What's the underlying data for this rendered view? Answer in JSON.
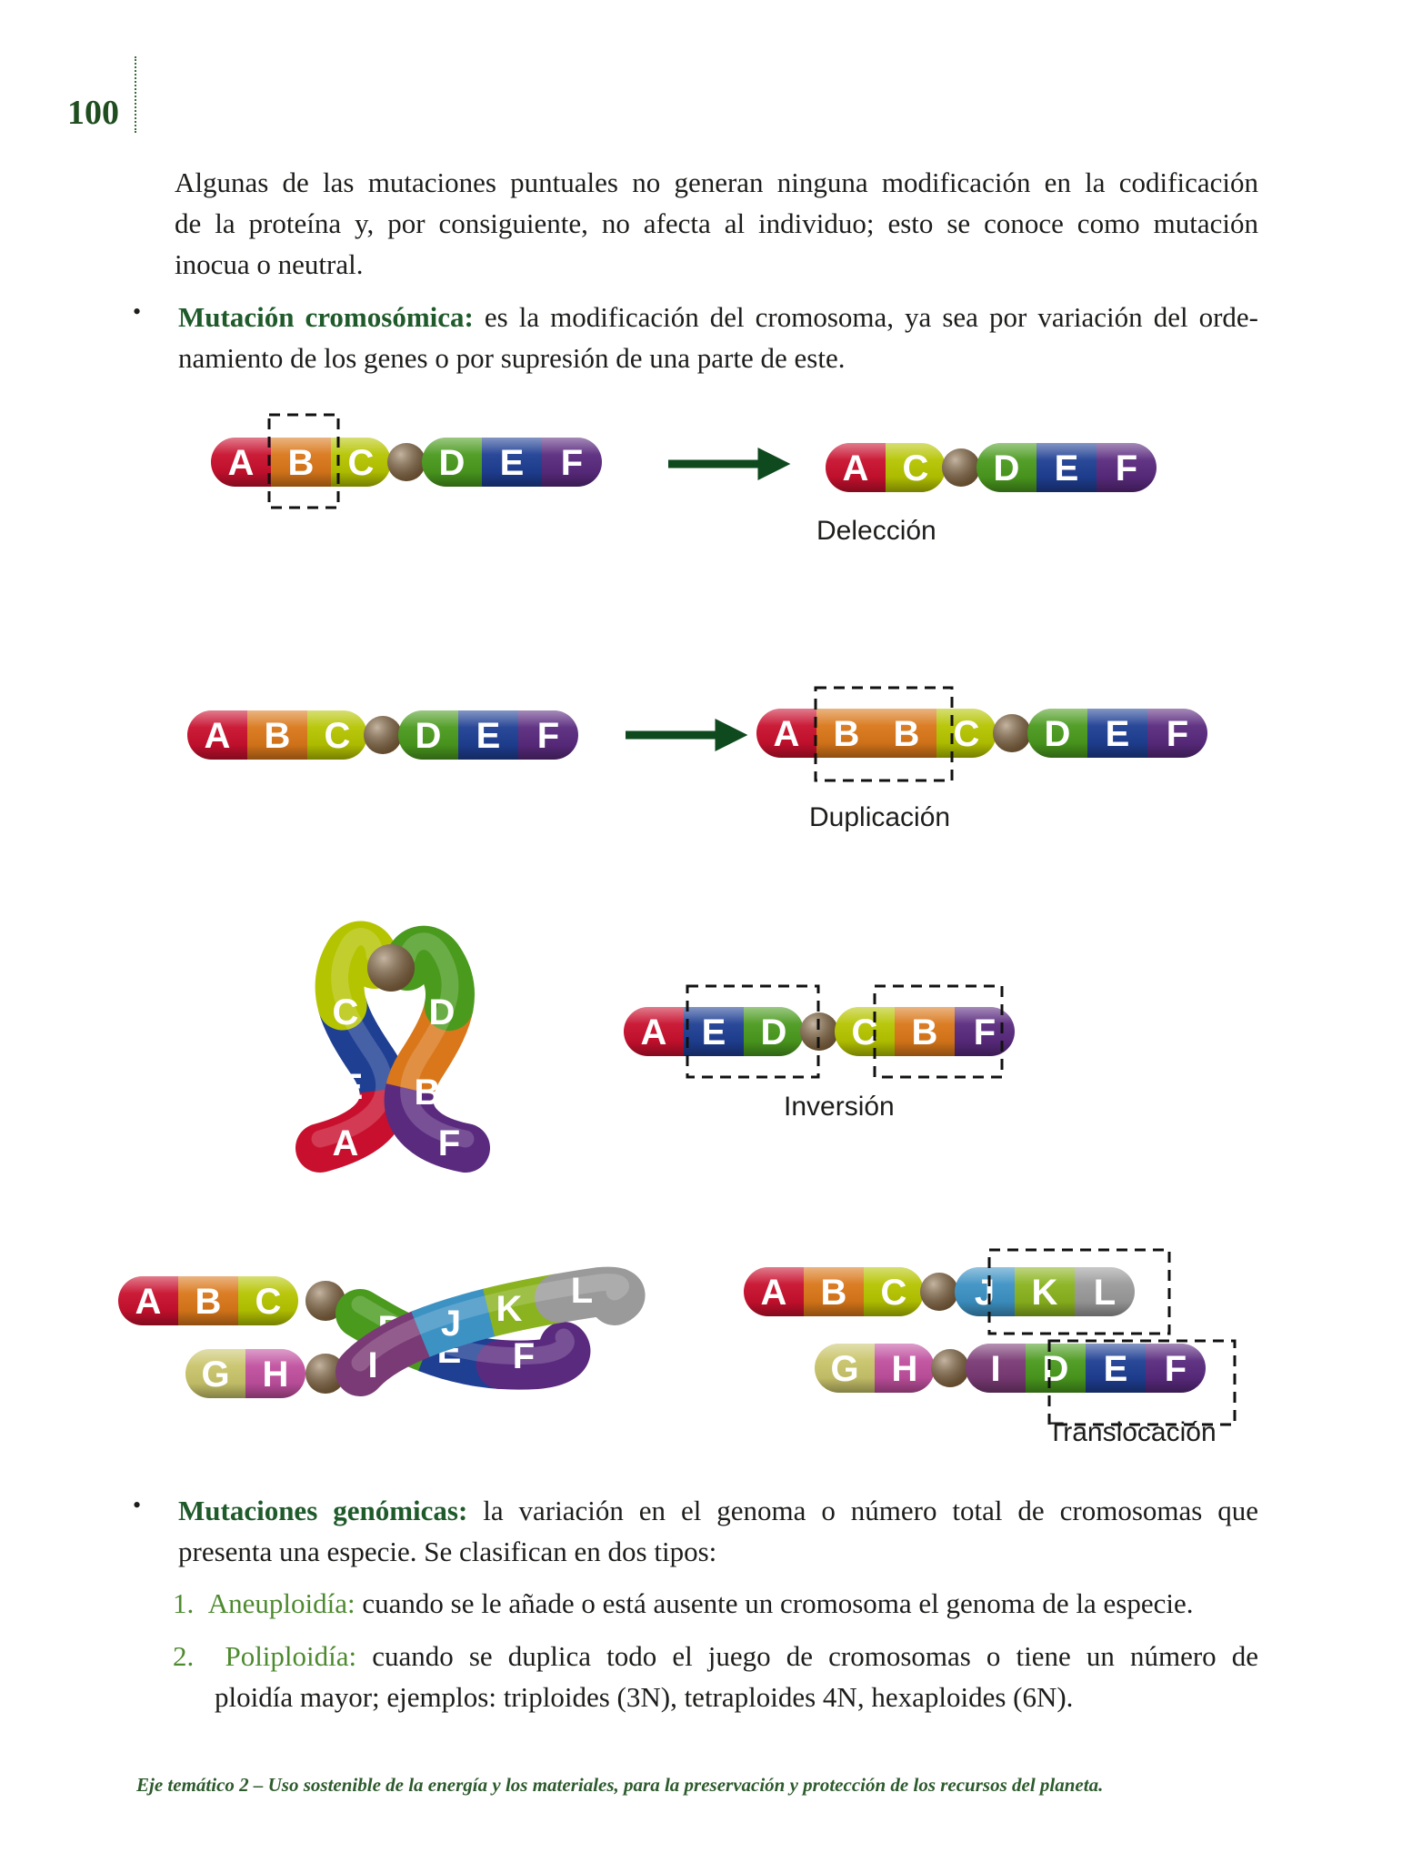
{
  "page_number": "100",
  "intro_paragraph": {
    "lines": [
      "Algunas de las mutaciones puntuales no generan ninguna modificación en la codificación",
      "de la proteína y, por consiguiente, no afecta al individuo; esto se conoce como mutación",
      "inocua o neutral."
    ]
  },
  "chromosomal": {
    "bullet": "•",
    "term": "Mutación cromosómica:",
    "line1": "es la modificación del cromosoma, ya sea por variación del orde-",
    "line2": "namiento de los genes o por supresión de una parte de este."
  },
  "diagram": {
    "captions": {
      "deletion": "Delección",
      "duplication": "Duplicación",
      "inversion": "Inversión",
      "translocation": "Translocación"
    },
    "gene_colors": {
      "A": "#c8102e",
      "B": "#d9771a",
      "C": "#b5c400",
      "D": "#4a9a1e",
      "E": "#1f3f93",
      "F": "#5a2a7e",
      "G": "#c9c46a",
      "H": "#c04f9e",
      "I": "#7a3a75",
      "J": "#3d92c4",
      "K": "#8ab31f",
      "L": "#9a9a9a",
      "centromere": "#8b6a42"
    },
    "deletion_before": [
      "A",
      "B",
      "C",
      "o",
      "D",
      "E",
      "F"
    ],
    "deletion_after": [
      "A",
      "C",
      "o",
      "D",
      "E",
      "F"
    ],
    "duplication_before": [
      "A",
      "B",
      "C",
      "o",
      "D",
      "E",
      "F"
    ],
    "duplication_after": [
      "A",
      "B",
      "B",
      "C",
      "o",
      "D",
      "E",
      "F"
    ],
    "inversion_loop": [
      "A",
      "E",
      "C",
      "o",
      "D",
      "B",
      "F"
    ],
    "inversion_after": [
      "A",
      "E",
      "D",
      "o",
      "C",
      "B",
      "F"
    ],
    "translocation_top_before": [
      "A",
      "B",
      "C",
      "o",
      "D",
      "E",
      "F"
    ],
    "translocation_bottom_before": [
      "G",
      "H",
      "o",
      "I",
      "J",
      "K",
      "L"
    ],
    "translocation_top_after": [
      "A",
      "B",
      "C",
      "o",
      "J",
      "K",
      "L"
    ],
    "translocation_bottom_after": [
      "G",
      "H",
      "o",
      "I",
      "D",
      "E",
      "F"
    ]
  },
  "genomic": {
    "bullet": "•",
    "term": "Mutaciones genómicas:",
    "line1": "la variación en el genoma o número total de cromosomas que",
    "line2": "presenta una especie. Se clasifican en dos tipos:",
    "items": [
      {
        "number": "1.",
        "term": "Aneuploidía:",
        "text": "cuando se le añade o está ausente un cromosoma el genoma de la especie."
      },
      {
        "number": "2.",
        "term": "Poliploidía:",
        "line1": "cuando se duplica todo el juego de cromosomas o tiene un número de",
        "line2": "ploidía mayor; ejemplos: triploides (3N), tetraploides 4N, hexaploides (6N)."
      }
    ]
  },
  "footer": "Eje temático 2 – Uso sostenible de la energía y los materiales, para la preservación y protección de los recursos del planeta."
}
